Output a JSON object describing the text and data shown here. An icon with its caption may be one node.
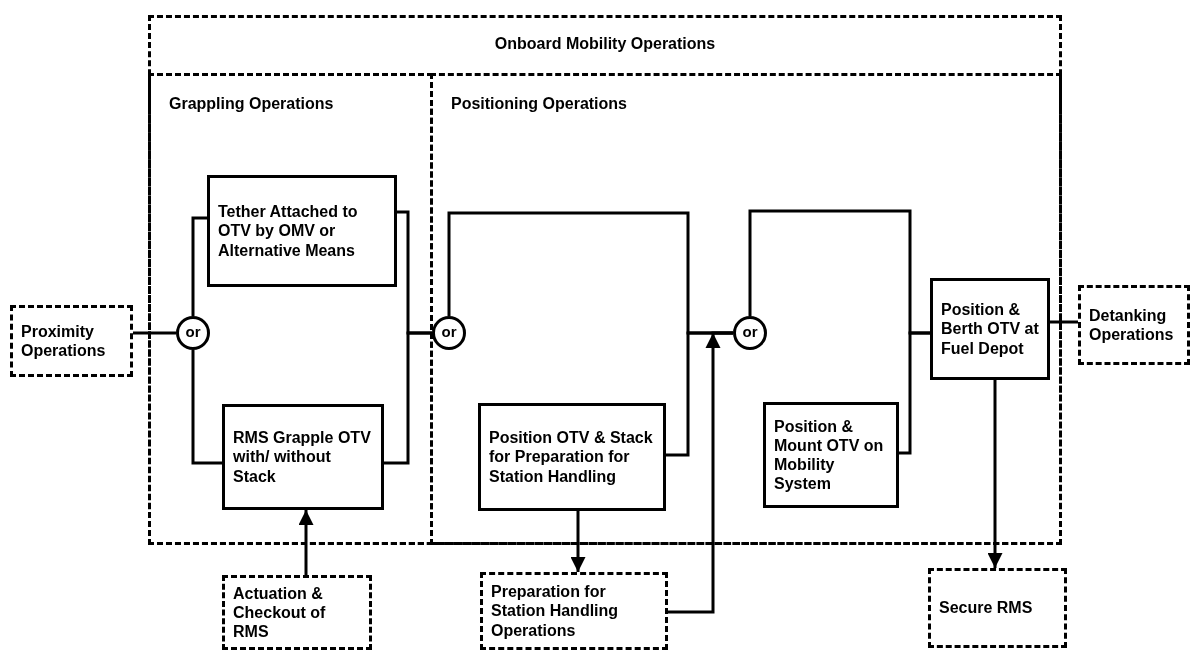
{
  "diagram": {
    "nodes": [
      {
        "text": [
          "Onboard Mobility Operations"
        ]
      },
      {
        "text": [
          "Grappling Operations"
        ],
        "in": 0
      },
      {
        "text": [
          "Positioning Operations"
        ],
        "in": 0
      },
      {
        "text": [
          "Proximity Operations"
        ]
      },
      {
        "text": [
          "or"
        ],
        "in": 1
      },
      {
        "text": [
          "Tether Attached to OTV by OMV or Alternative Means"
        ],
        "in": 1
      },
      {
        "text": [
          "RMS Grapple OTV with/ without Stack"
        ],
        "in": 1
      },
      {
        "text": [
          "or"
        ],
        "in": 2
      },
      {
        "text": [
          "Position OTV & Stack for Preparation for Station Handling"
        ],
        "in": 2
      },
      {
        "text": [
          "or"
        ],
        "in": 2
      },
      {
        "text": [
          "Position & Mount OTV on Mobility System"
        ],
        "in": 2
      },
      {
        "text": [
          "Position & Berth OTV at Fuel Depot"
        ],
        "in": 2
      },
      {
        "text": [
          "Detanking Operations"
        ]
      },
      {
        "text": [
          "Actuation & Checkout of RMS"
        ]
      },
      {
        "text": [
          "Preparation for Station Handling Operations"
        ]
      },
      {
        "text": [
          "Secure RMS"
        ]
      }
    ],
    "edges": [
      {
        "from": 3,
        "to": 4,
        "arrow": "none"
      },
      {
        "from": 4,
        "to": 5,
        "arrow": "none"
      },
      {
        "from": 4,
        "to": 6,
        "arrow": "none"
      },
      {
        "from": 5,
        "to": 7,
        "arrow": "none"
      },
      {
        "from": 6,
        "to": 7,
        "arrow": "none"
      },
      {
        "from": 7,
        "to": 9,
        "arrow": "none"
      },
      {
        "from": 8,
        "to": 9,
        "arrow": "none"
      },
      {
        "from": 9,
        "to": 11,
        "arrow": "none"
      },
      {
        "from": 10,
        "to": 11,
        "arrow": "none"
      },
      {
        "from": 11,
        "to": 12,
        "arrow": "none"
      },
      {
        "from": 11,
        "to": 15,
        "arrow": "to"
      },
      {
        "from": 13,
        "to": 6,
        "arrow": "to"
      },
      {
        "from": 8,
        "to": 14,
        "arrow": "to"
      },
      {
        "from": 14,
        "to": 9,
        "arrow": "to"
      }
    ]
  }
}
